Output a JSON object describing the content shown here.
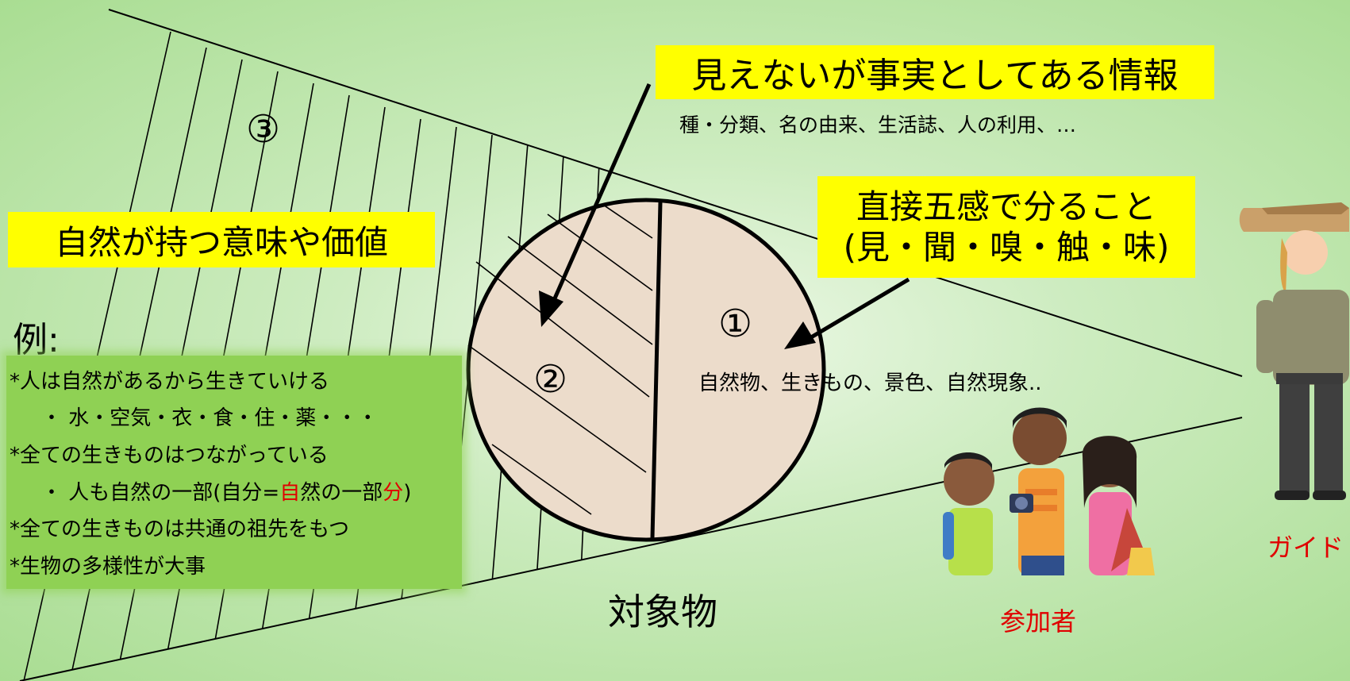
{
  "labels": {
    "unseen_title": "見えないが事実としてある情報",
    "unseen_examples": "種・分類、名の由来、生活誌、人の利用、…",
    "senses_title_line1": "直接五感で分ること",
    "senses_title_line2": "(見・聞・嗅・触・味)",
    "senses_examples": "自然物、生きもの、景色、自然現象..",
    "meaning_title": "自然が持つ意味や価値",
    "mark_1": "①",
    "mark_2": "②",
    "mark_3": "③",
    "object": "対象物",
    "participants": "参加者",
    "guide": "ガイド"
  },
  "examples": {
    "title": "例:",
    "line1": "*人は自然があるから生きていける",
    "line2": "・ 水・空気・衣・食・住・薬・・・",
    "line3": "*全ての生きものはつながっている",
    "line4_before": "・ 人も自然の一部(自分=",
    "line4_red1": "自",
    "line4_middle": "然の一部",
    "line4_red2": "分",
    "line4_after": ")",
    "line5": "*全ての生きものは共通の祖先をもつ",
    "line6": "*生物の多様性が大事"
  },
  "colors": {
    "highlight_box": "#ffff00",
    "example_box": "#8fd154",
    "circle_fill": "#ecdccb",
    "accent_red": "#e00000"
  }
}
